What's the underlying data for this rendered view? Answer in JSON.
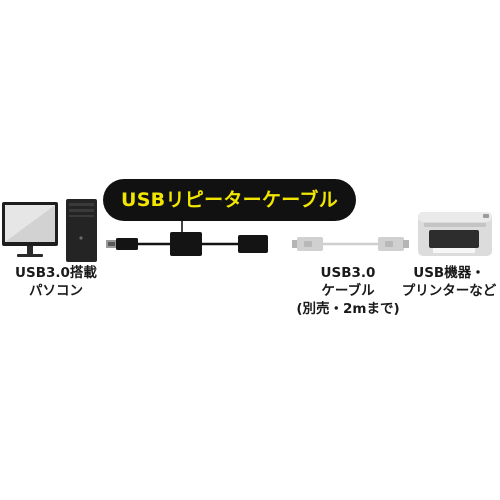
{
  "title": "USBリピーターケーブル",
  "labels": {
    "pc": [
      "USB3.0搭載",
      "パソコン"
    ],
    "cable": [
      "USB3.0",
      "ケーブル",
      "(別売・2mまで)"
    ],
    "device": [
      "USB機器・",
      "プリンターなど"
    ]
  },
  "colors": {
    "title_bg": "#111111",
    "title_text": "#f2e600",
    "repeater_cable": "#141414",
    "extension_cable": "#cfcfcf",
    "text": "#1a1a1a"
  },
  "icons": [
    "desktop-pc-icon",
    "usb-repeater-cable-icon",
    "usb-extension-cable-icon",
    "printer-icon"
  ]
}
